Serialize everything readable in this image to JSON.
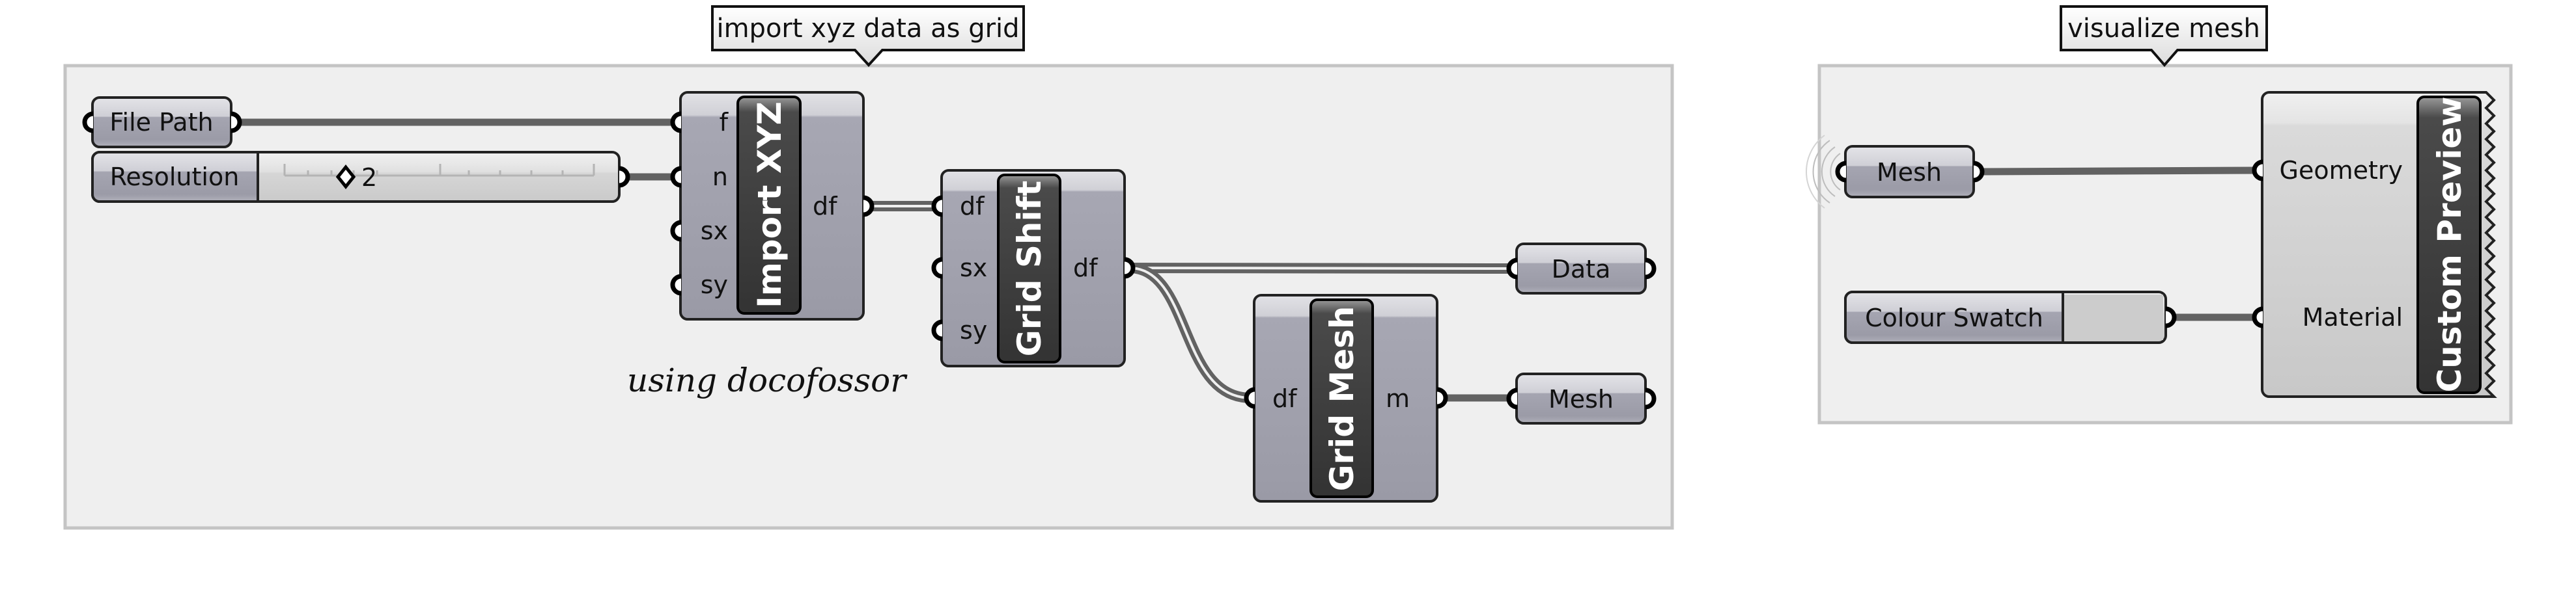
{
  "groups": [
    {
      "id": "import-group",
      "callout": "import xyz data as grid",
      "note": "using docofossor"
    },
    {
      "id": "visualize-group",
      "callout": "visualize mesh"
    }
  ],
  "params": {
    "file_path": "File Path",
    "resolution": {
      "label": "Resolution",
      "value": "2"
    },
    "data": "Data",
    "mesh_out": "Mesh",
    "mesh_in": "Mesh",
    "colour_swatch": "Colour Swatch"
  },
  "components": {
    "import_xyz": {
      "title": "Import XYZ",
      "inputs": [
        "f",
        "n",
        "sx",
        "sy"
      ],
      "outputs": [
        "df"
      ]
    },
    "grid_shift": {
      "title": "Grid Shift",
      "inputs": [
        "df",
        "sx",
        "sy"
      ],
      "outputs": [
        "df"
      ]
    },
    "grid_mesh": {
      "title": "Grid Mesh",
      "inputs": [
        "df"
      ],
      "outputs": [
        "m"
      ]
    },
    "custom_preview": {
      "title": "Custom Preview",
      "inputs": [
        "Geometry",
        "Material"
      ]
    }
  },
  "colors": {
    "group_fill": "#efefef",
    "group_border": "#c4c4c4",
    "component_body": "#a3a3b0",
    "preview_body": "#d4d4d4",
    "title_bar": "#3f3f3f",
    "wire": "#626262",
    "swatch": "#cccccc"
  }
}
